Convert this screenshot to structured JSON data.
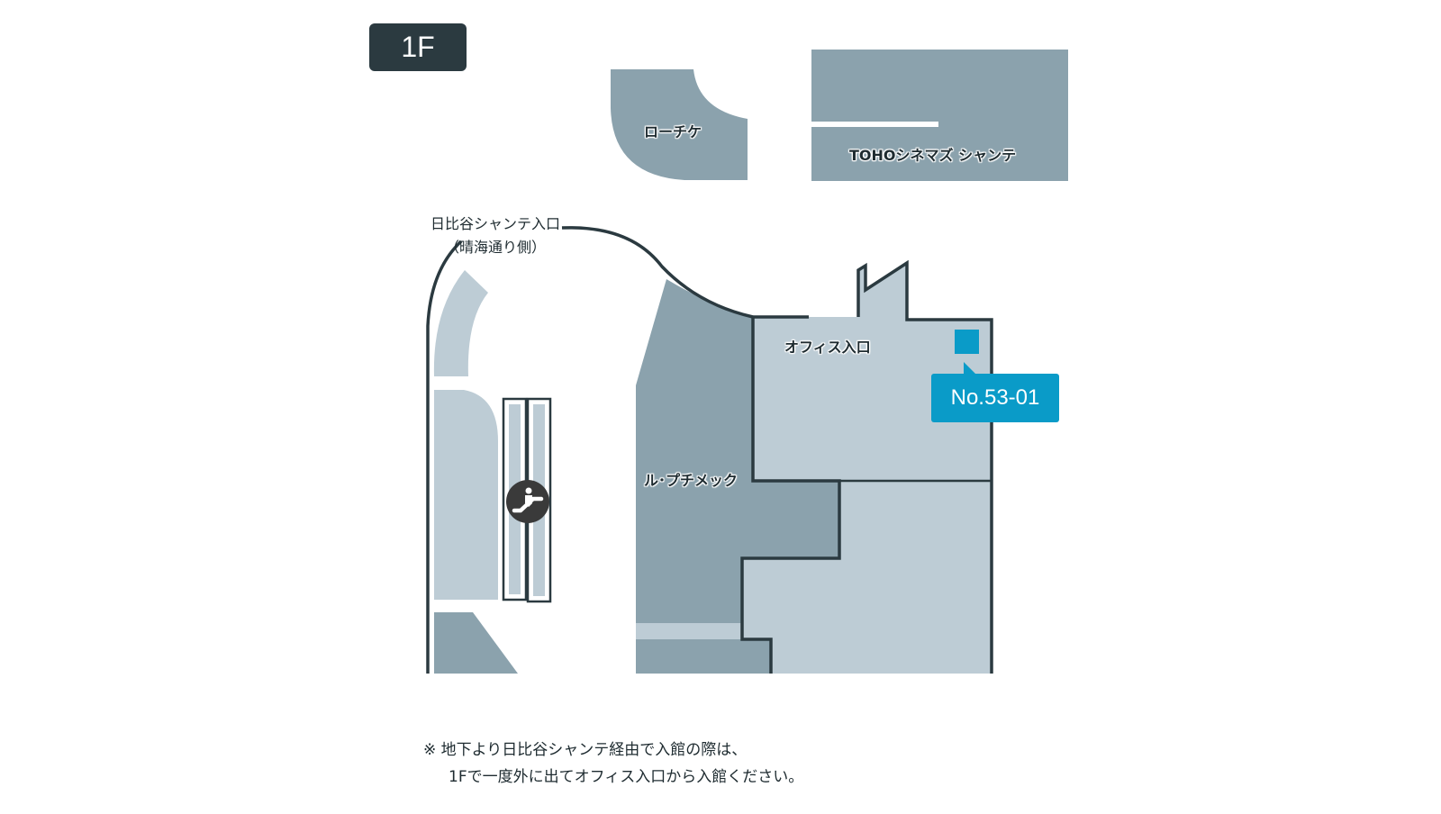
{
  "floor": {
    "label": "1F"
  },
  "labels": {
    "lochikei": "ローチケ",
    "toho": "TOHOシネマズ シャンテ",
    "entrance_line1": "日比谷シャンテ入口",
    "entrance_line2": "（晴海通り側）",
    "office_entrance": "オフィス入口",
    "le_petit": "ル･プチメック"
  },
  "tenant": {
    "number": "No.53-01"
  },
  "note": {
    "line1": "※ 地下より日比谷シャンテ経由で入館の際は、",
    "line2": "1Fで一度外に出てオフィス入口から入館ください。"
  },
  "icons": {
    "escalator": "escalator-icon"
  },
  "colors": {
    "dark_area": "#8ba2ad",
    "light_area": "#bdccd5",
    "wall": "#2b3a40",
    "accent": "#0a9bc8",
    "badge": "#2b3a40"
  }
}
